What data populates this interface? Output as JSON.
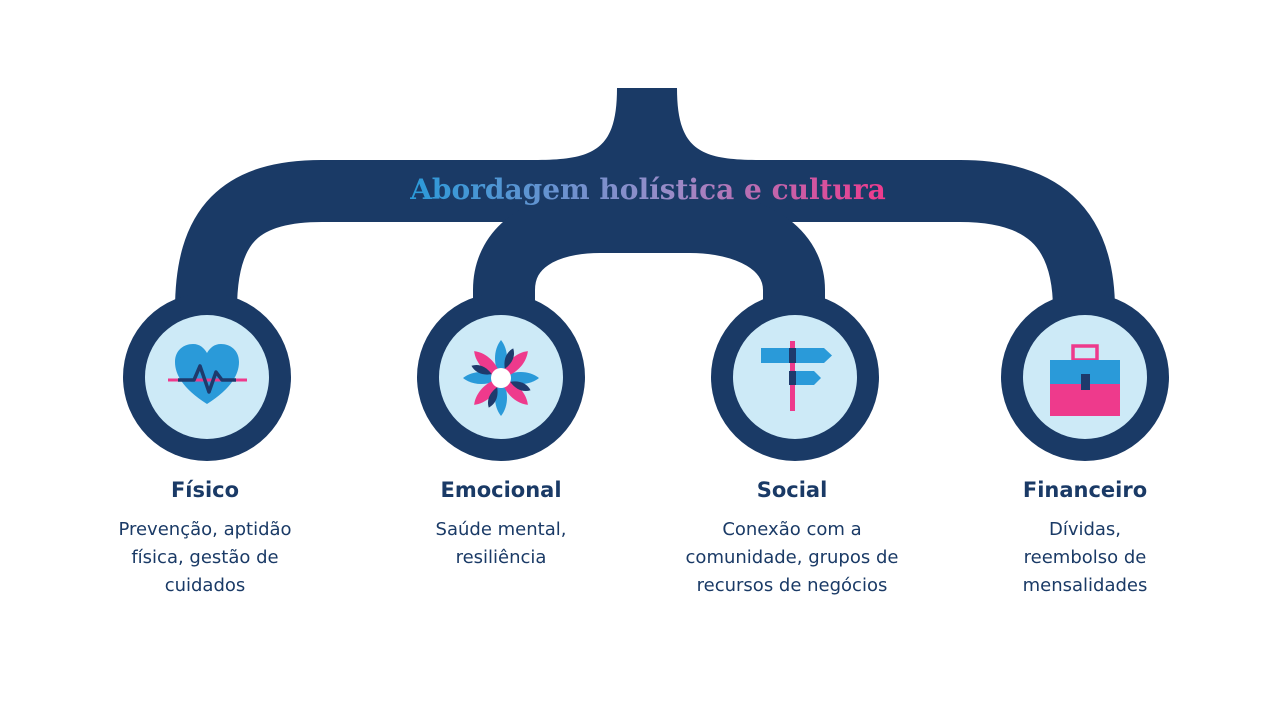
{
  "title": "Abordagem holística e cultura",
  "colors": {
    "navy": "#1a3a66",
    "circle_fill": "#cdeaf7",
    "blue": "#2a9ad9",
    "pink": "#ee3a8c",
    "dark_icon": "#1e3a6c"
  },
  "pillars": [
    {
      "title": "Físico",
      "icon": "heart-pulse-icon",
      "description": [
        "Prevenção, aptidão",
        "física, gestão de",
        "cuidados"
      ]
    },
    {
      "title": "Emocional",
      "icon": "flower-icon",
      "description": [
        "Saúde mental,",
        "resiliência"
      ]
    },
    {
      "title": "Social",
      "icon": "signpost-icon",
      "description": [
        "Conexão com a",
        "comunidade, grupos de",
        "recursos de negócios"
      ]
    },
    {
      "title": "Financeiro",
      "icon": "briefcase-icon",
      "description": [
        "Dívidas,",
        "reembolso de",
        "mensalidades"
      ]
    }
  ]
}
